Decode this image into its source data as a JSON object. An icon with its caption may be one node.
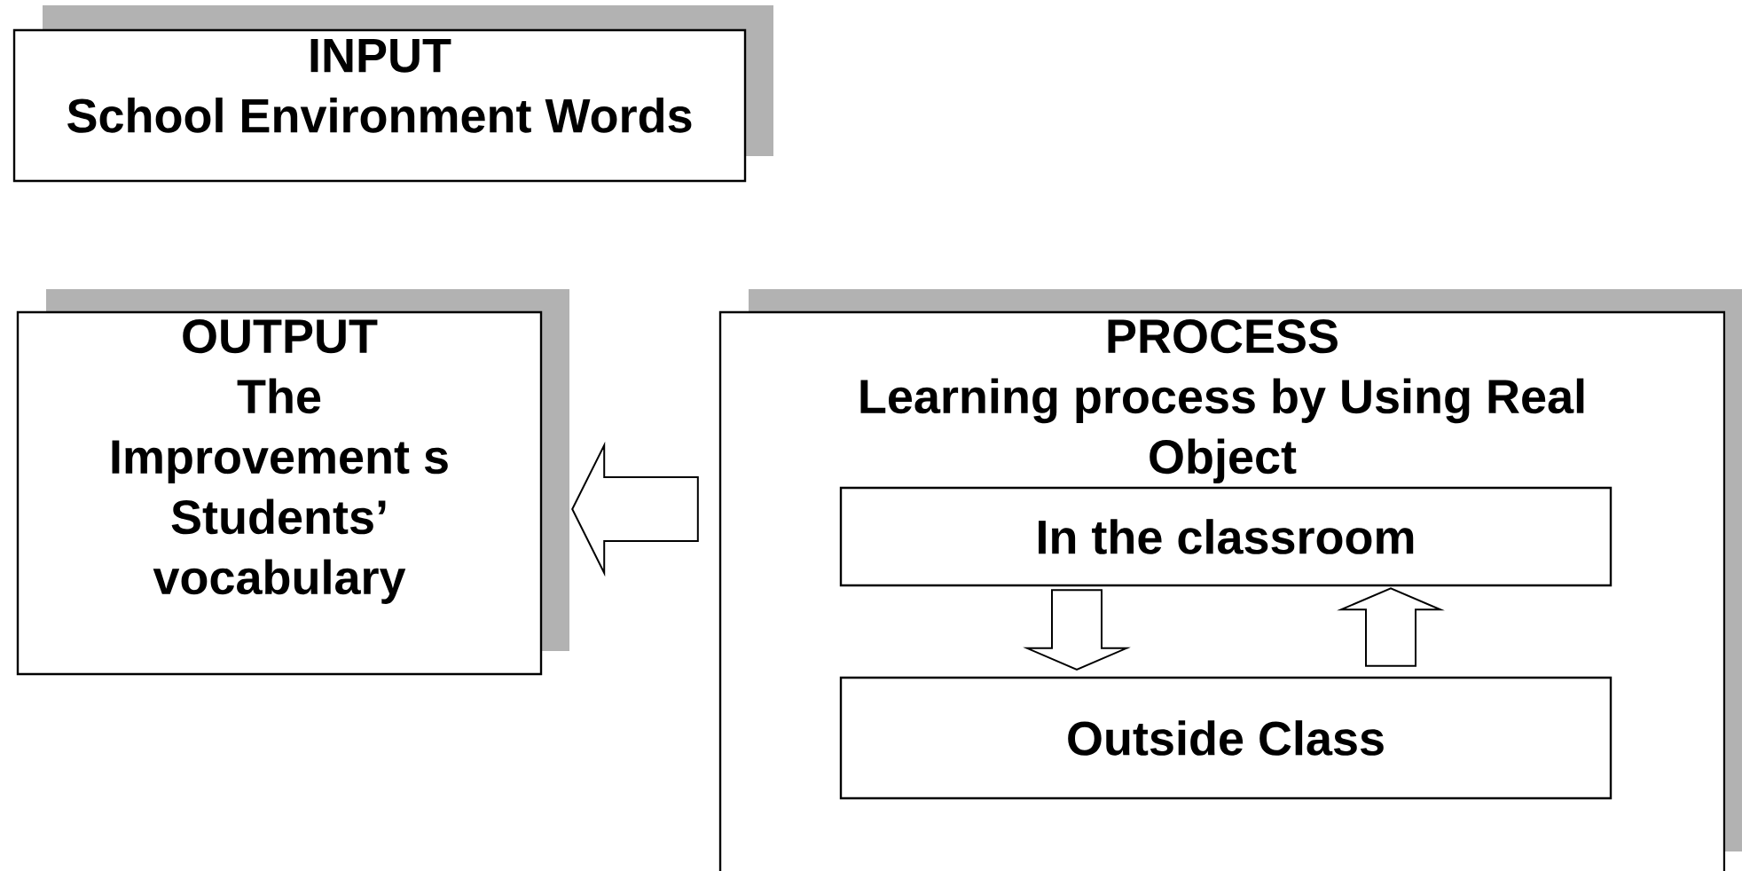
{
  "diagram": {
    "nodes": [
      {
        "text": [
          "INPUT",
          "School Environment Words"
        ]
      },
      {
        "text": [
          "OUTPUT",
          "The Improvement s Students’ vocabulary"
        ]
      },
      {
        "text": [
          "PROCESS",
          "Learning process by Using Real Object"
        ]
      },
      {
        "text": [
          "In the classroom"
        ],
        "in": 2
      },
      {
        "text": [
          "Outside Class"
        ],
        "in": 2
      }
    ],
    "edges": [
      {
        "from": 2,
        "to": 1,
        "arrow": "to"
      },
      {
        "from": 3,
        "to": 4,
        "arrow": "to"
      },
      {
        "from": 4,
        "to": 3,
        "arrow": "to"
      }
    ]
  }
}
